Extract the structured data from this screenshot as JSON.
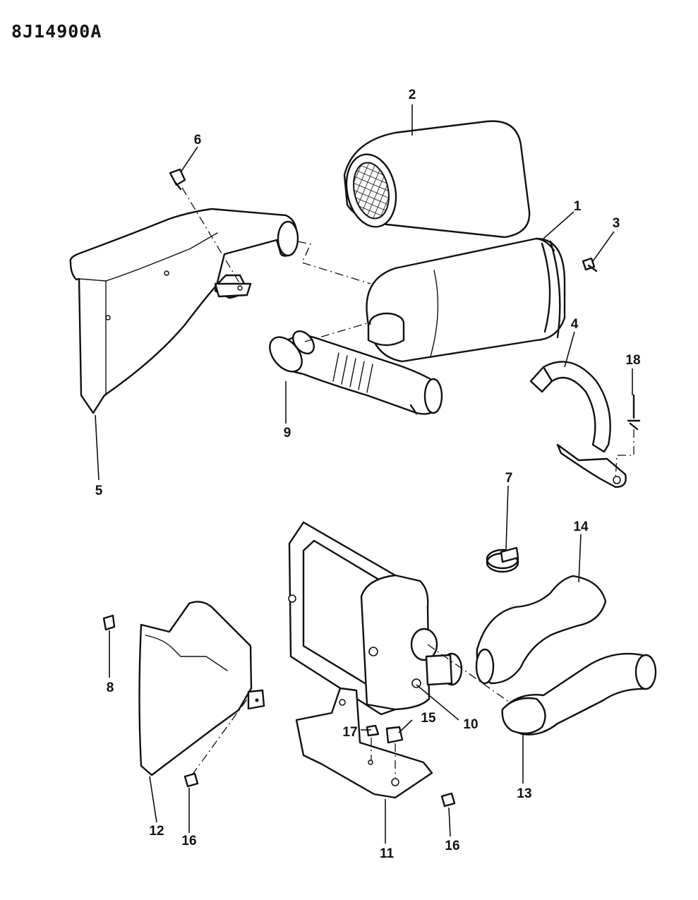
{
  "drawing_code": "8J14900A",
  "callouts": {
    "c1": "1",
    "c2": "2",
    "c3": "3",
    "c4": "4",
    "c5": "5",
    "c6": "6",
    "c7": "7",
    "c8": "8",
    "c9": "9",
    "c10": "10",
    "c11": "11",
    "c12": "12",
    "c13": "13",
    "c14": "14",
    "c15": "15",
    "c16a": "16",
    "c16b": "16",
    "c17": "17",
    "c18": "18"
  }
}
